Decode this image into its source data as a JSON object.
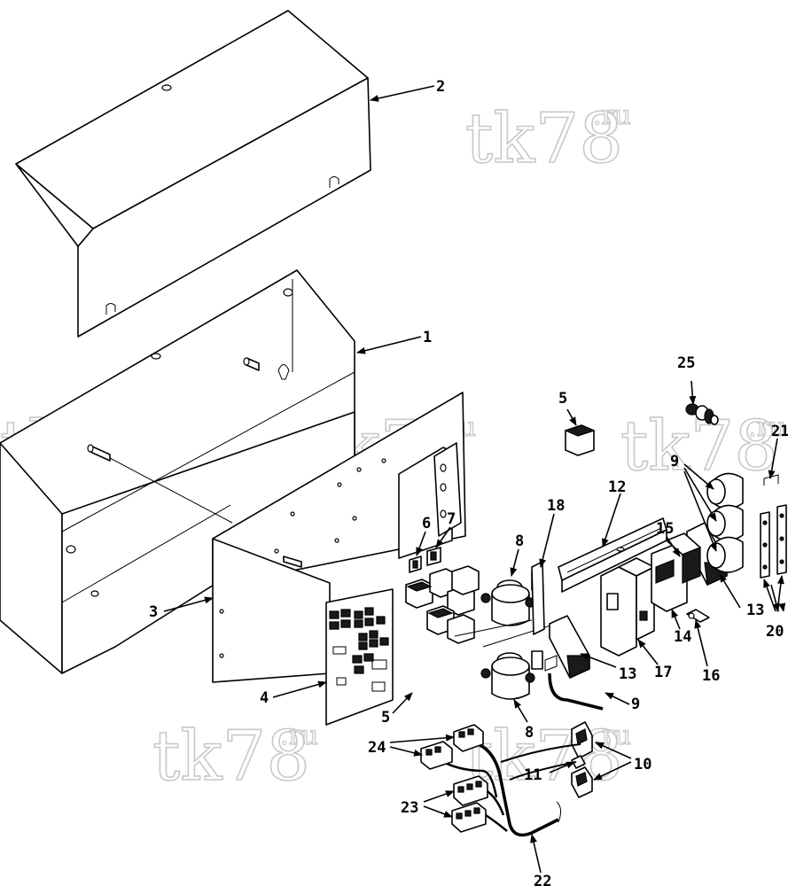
{
  "watermark": {
    "main": "tk78",
    "suffix": ".ru"
  },
  "callouts": {
    "c1": "1",
    "c2": "2",
    "c3": "3",
    "c4": "4",
    "c5a": "5",
    "c5b": "5",
    "c6": "6",
    "c7": "7",
    "c8a": "8",
    "c8b": "8",
    "c9a": "9",
    "c9b": "9",
    "c10": "10",
    "c11": "11",
    "c12": "12",
    "c13a": "13",
    "c13b": "13",
    "c14": "14",
    "c15": "15",
    "c16": "16",
    "c17": "17",
    "c18": "18",
    "c20": "20",
    "c21": "21",
    "c22": "22",
    "c23": "23",
    "c24": "24",
    "c25": "25"
  },
  "colors": {
    "line": "#000000",
    "watermark_outline": "#c8c8c8",
    "background": "#ffffff"
  }
}
